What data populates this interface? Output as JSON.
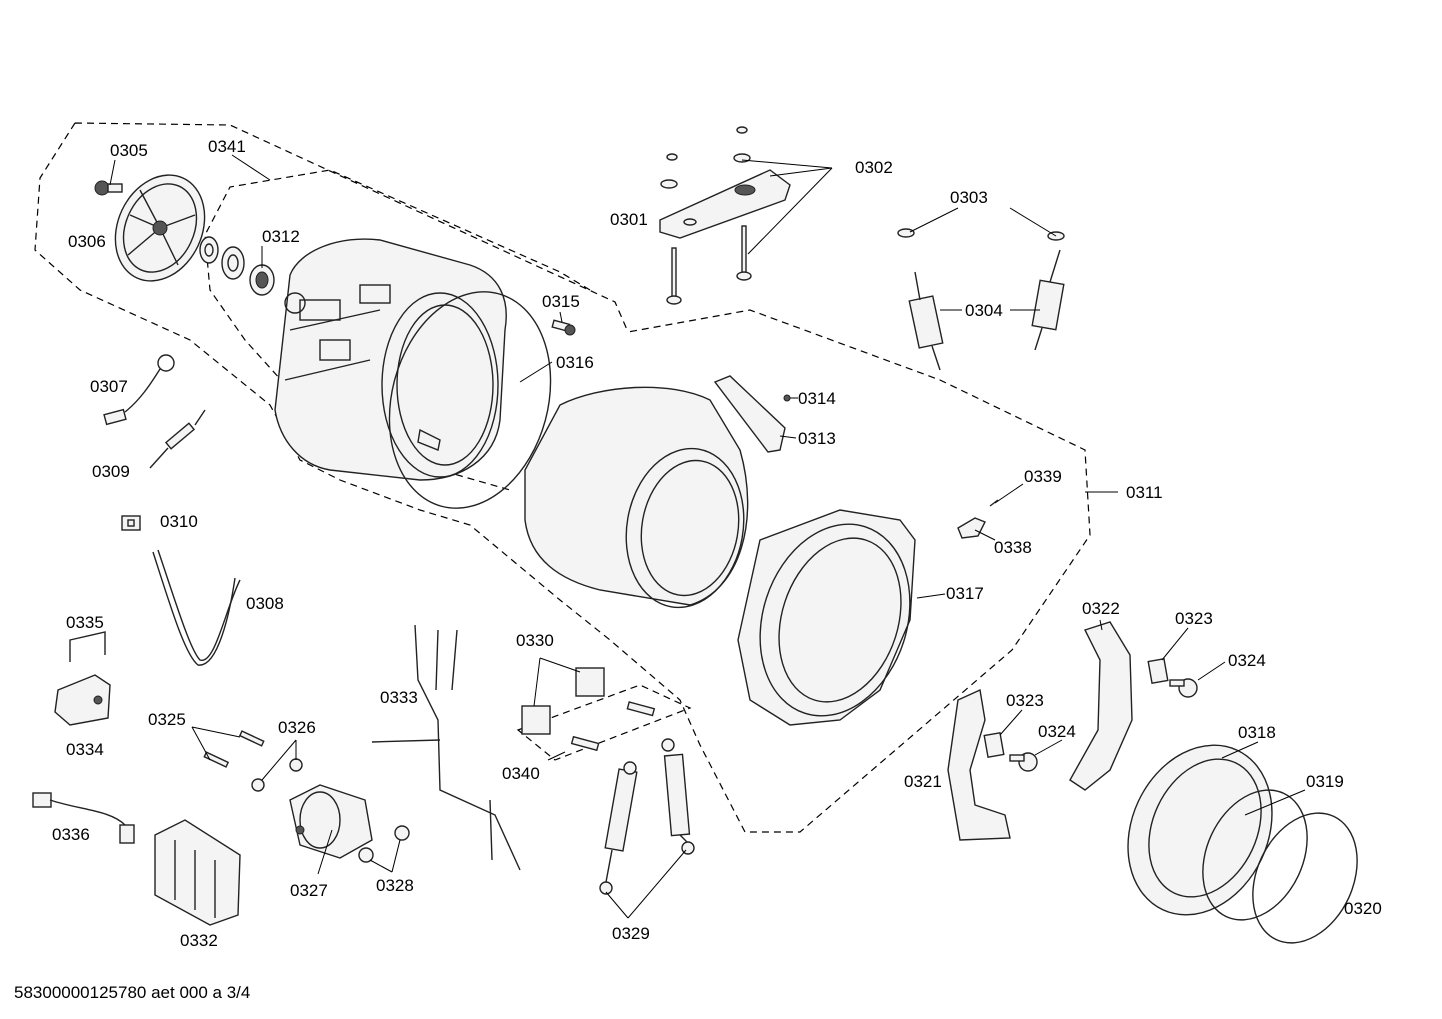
{
  "diagram": {
    "labels": {
      "p0301": "0301",
      "p0302": "0302",
      "p0303": "0303",
      "p0304": "0304",
      "p0305": "0305",
      "p0306": "0306",
      "p0307": "0307",
      "p0308": "0308",
      "p0309": "0309",
      "p0310": "0310",
      "p0311": "0311",
      "p0312": "0312",
      "p0313": "0313",
      "p0314": "0314",
      "p0315": "0315",
      "p0316": "0316",
      "p0317": "0317",
      "p0318": "0318",
      "p0319": "0319",
      "p0320": "0320",
      "p0321": "0321",
      "p0322": "0322",
      "p0323a": "0323",
      "p0323b": "0323",
      "p0324a": "0324",
      "p0324b": "0324",
      "p0325": "0325",
      "p0326": "0326",
      "p0327": "0327",
      "p0328": "0328",
      "p0329": "0329",
      "p0330": "0330",
      "p0332": "0332",
      "p0333": "0333",
      "p0334": "0334",
      "p0335": "0335",
      "p0336": "0336",
      "p0338": "0338",
      "p0339": "0339",
      "p0340": "0340",
      "p0341": "0341"
    },
    "footer": "58300000125780 aet 000 a 3/4"
  }
}
